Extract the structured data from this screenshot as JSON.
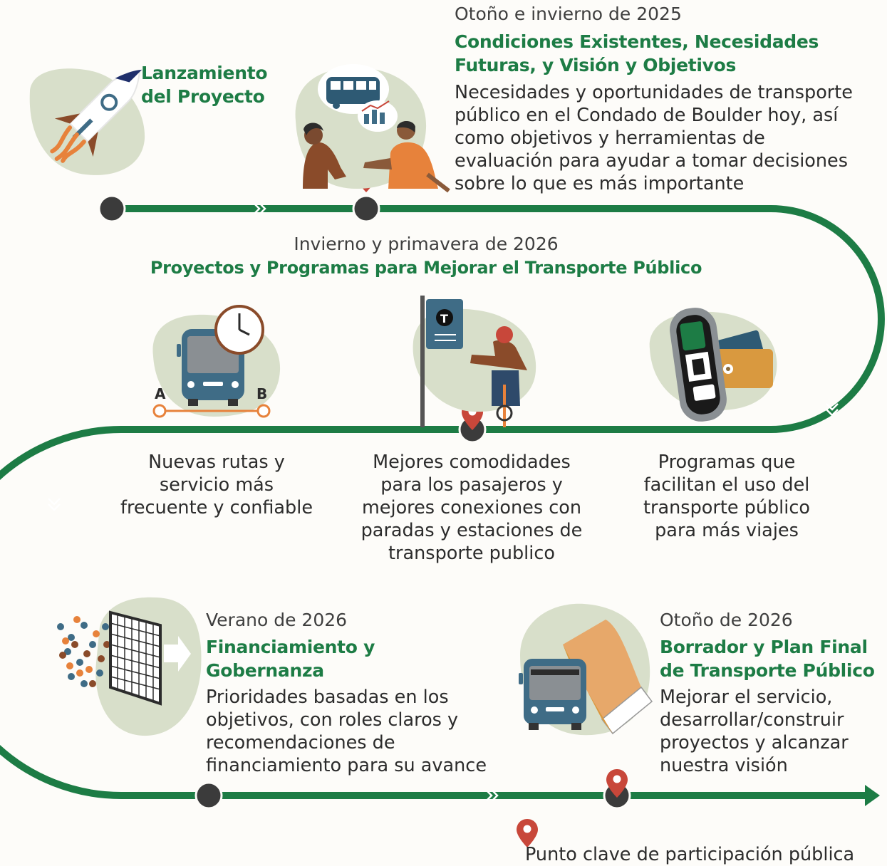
{
  "colors": {
    "green": "#1d7c45",
    "dark_dot": "#3b3b3b",
    "blob": "#d8dfca",
    "pin": "#c8473a",
    "bus": "#3f6c86",
    "orange": "#e7823b",
    "brown": "#8a4b2a"
  },
  "stages": {
    "launch": {
      "title": [
        "Lanzamiento",
        "del Proyecto"
      ],
      "icon": "rocket-icon"
    },
    "conditions": {
      "season": "Otoño e invierno de 2025",
      "title": [
        "Condiciones Existentes, Necesidades",
        "Futuras, y Visión y Objetivos"
      ],
      "body": [
        "Necesidades y oportunidades de transporte",
        "público en el Condado de Boulder hoy, así",
        "como objetivos y herramientas de",
        "evaluación para ayudar a tomar decisiones",
        "sobre lo que es más importante"
      ],
      "icon": "people-talking-icon",
      "engagement": true
    },
    "projects": {
      "season": "Invierno y primavera de 2026",
      "title": "Proyectos y Programas para Mejorar el Transporte Público",
      "items": [
        {
          "icon": "bus-clock-route-icon",
          "text": [
            "Nuevas rutas y",
            "servicio más",
            "frecuente y confiable"
          ]
        },
        {
          "icon": "cyclist-transit-stop-icon",
          "text": [
            "Mejores comodidades",
            "para los pasajeros y",
            "mejores conexiones con",
            "paradas y estaciones de",
            "transporte publico"
          ]
        },
        {
          "icon": "fare-card-wallet-icon",
          "text": [
            "Programas que",
            "facilitan el uso del",
            "transporte público",
            "para más viajes"
          ]
        }
      ]
    },
    "funding": {
      "season": "Verano de 2026",
      "title": [
        "Financiamiento y",
        "Gobernanza"
      ],
      "body": [
        "Prioridades basadas en los",
        "objetivos, con roles claros y",
        "recomendaciones de",
        "financiamiento para su avance"
      ],
      "icon": "funnel-filter-icon"
    },
    "final": {
      "season": "Otoño de 2026",
      "title": [
        "Borrador y Plan Final",
        "de Transporte Público"
      ],
      "body": [
        "Mejorar el servicio,",
        "desarrollar/construir",
        "proyectos y alcanzar",
        "nuestra visión"
      ],
      "icon": "bus-book-icon",
      "engagement": true
    }
  },
  "legend": {
    "icon": "location-pin-icon",
    "label": "Punto clave de participación pública"
  }
}
